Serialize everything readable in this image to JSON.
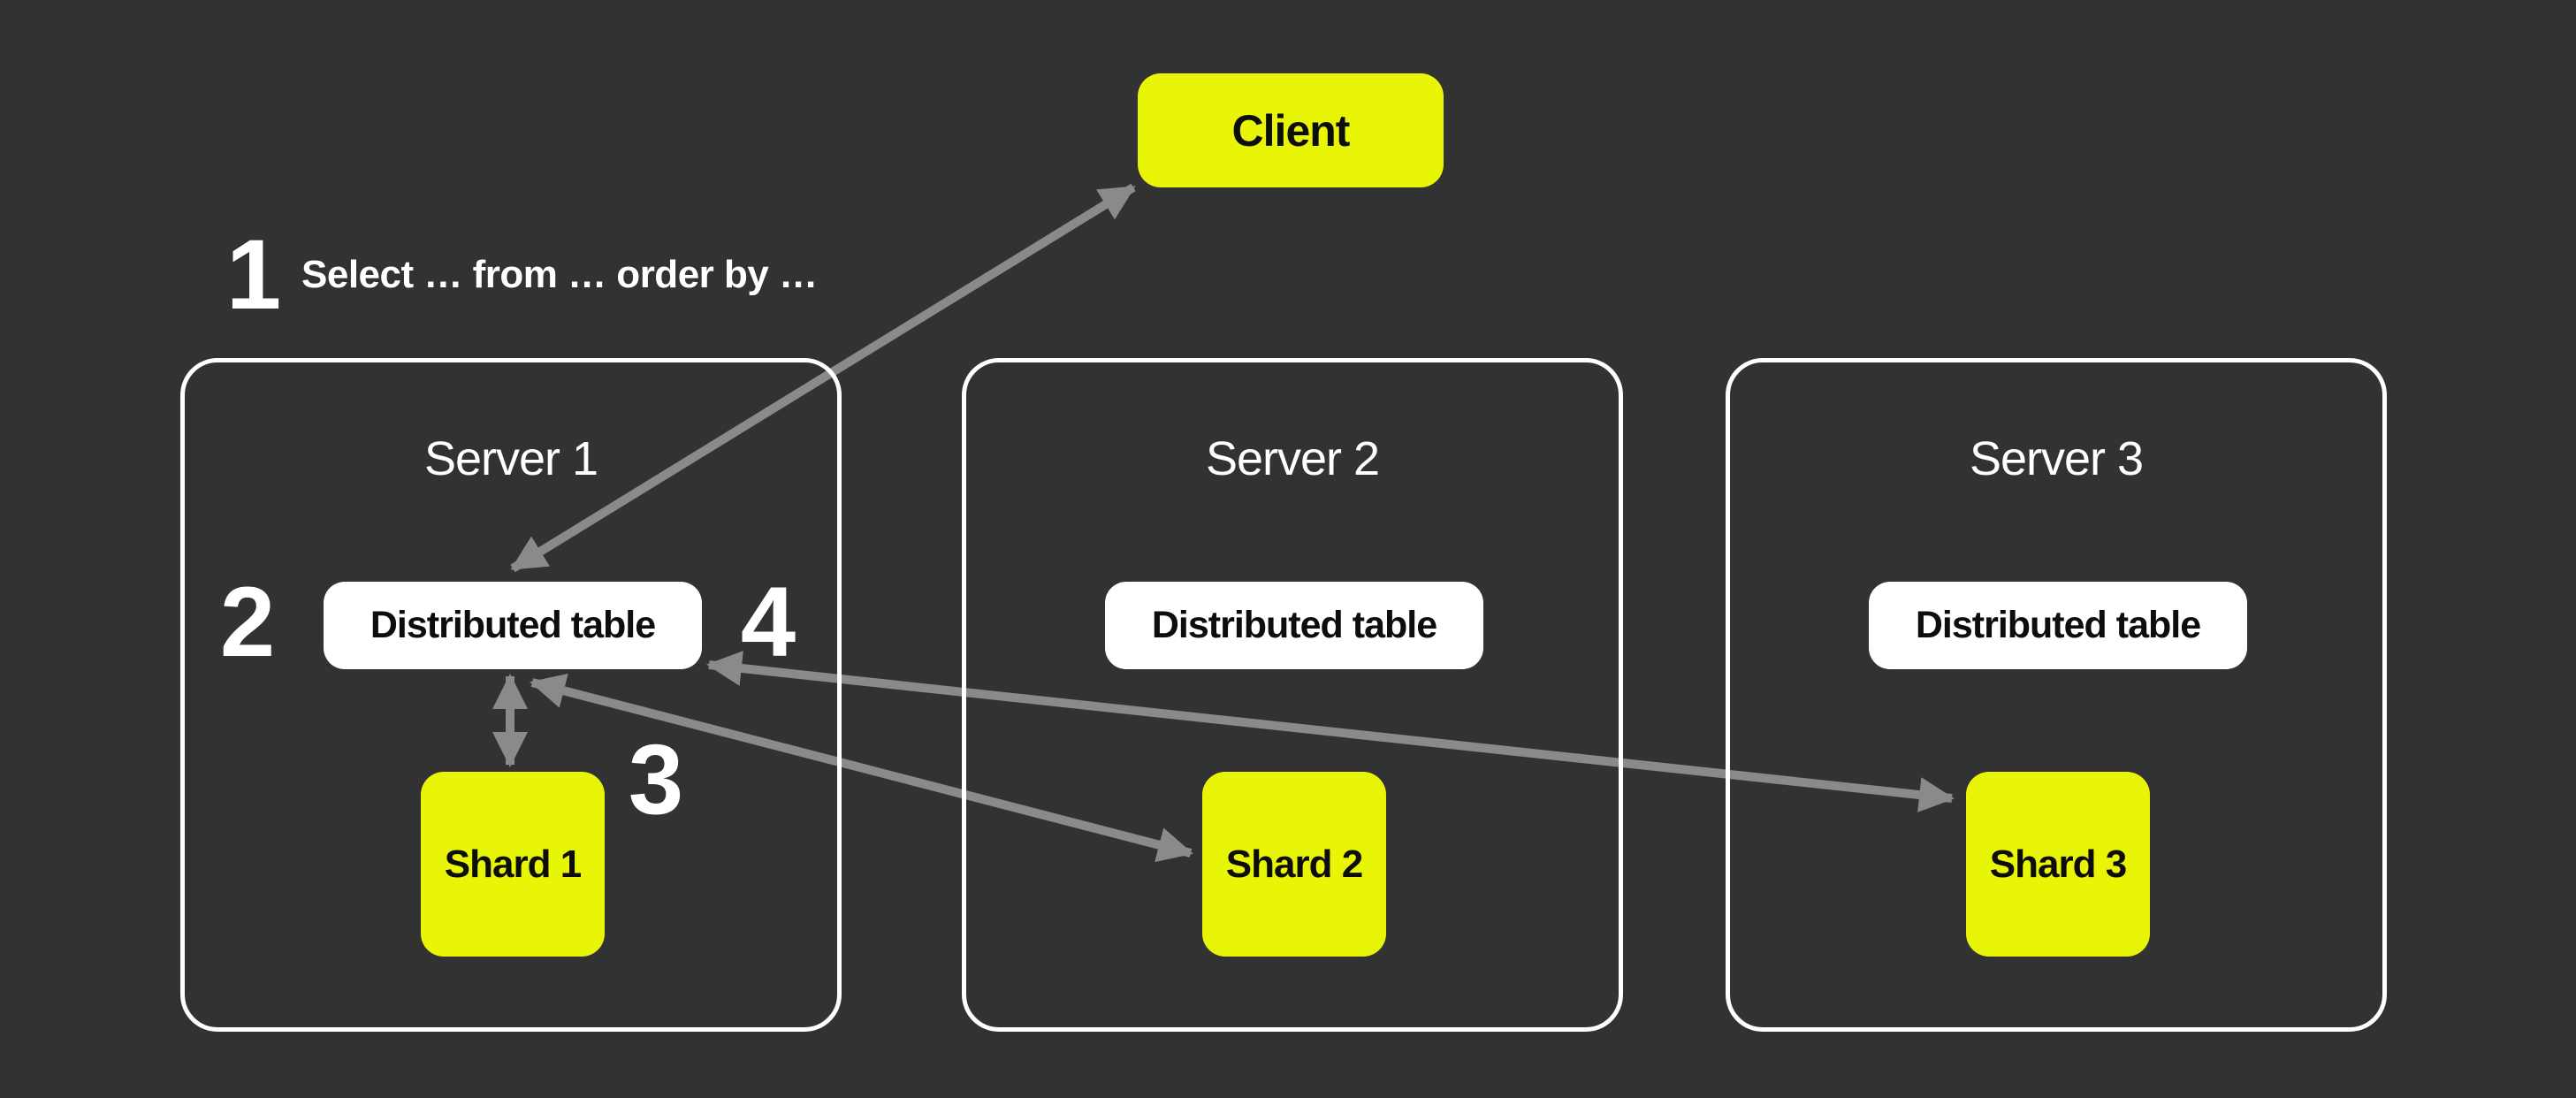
{
  "palette": {
    "background": "#323233",
    "accent_yellow": "#E9F507",
    "node_white": "#FFFFFF",
    "arrow_gray": "#8A8A8A",
    "text_dark": "#0D0D0D",
    "text_light": "#FFFFFF"
  },
  "client": {
    "label": "Client"
  },
  "annotations": {
    "step1": {
      "number": "1",
      "text": "Select … from … order by …"
    },
    "step2": {
      "number": "2"
    },
    "step3": {
      "number": "3"
    },
    "step4": {
      "number": "4"
    }
  },
  "servers": [
    {
      "title": "Server 1",
      "table": "Distributed table",
      "shard": "Shard 1"
    },
    {
      "title": "Server 2",
      "table": "Distributed table",
      "shard": "Shard 2"
    },
    {
      "title": "Server 3",
      "table": "Distributed table",
      "shard": "Shard 3"
    }
  ],
  "connections": [
    {
      "from": "distributed-table-1",
      "to": "client",
      "bidirectional": true
    },
    {
      "from": "distributed-table-1",
      "to": "shard-1",
      "bidirectional": true
    },
    {
      "from": "distributed-table-1",
      "to": "shard-2",
      "bidirectional": true
    },
    {
      "from": "distributed-table-1",
      "to": "shard-3",
      "bidirectional": true
    }
  ]
}
